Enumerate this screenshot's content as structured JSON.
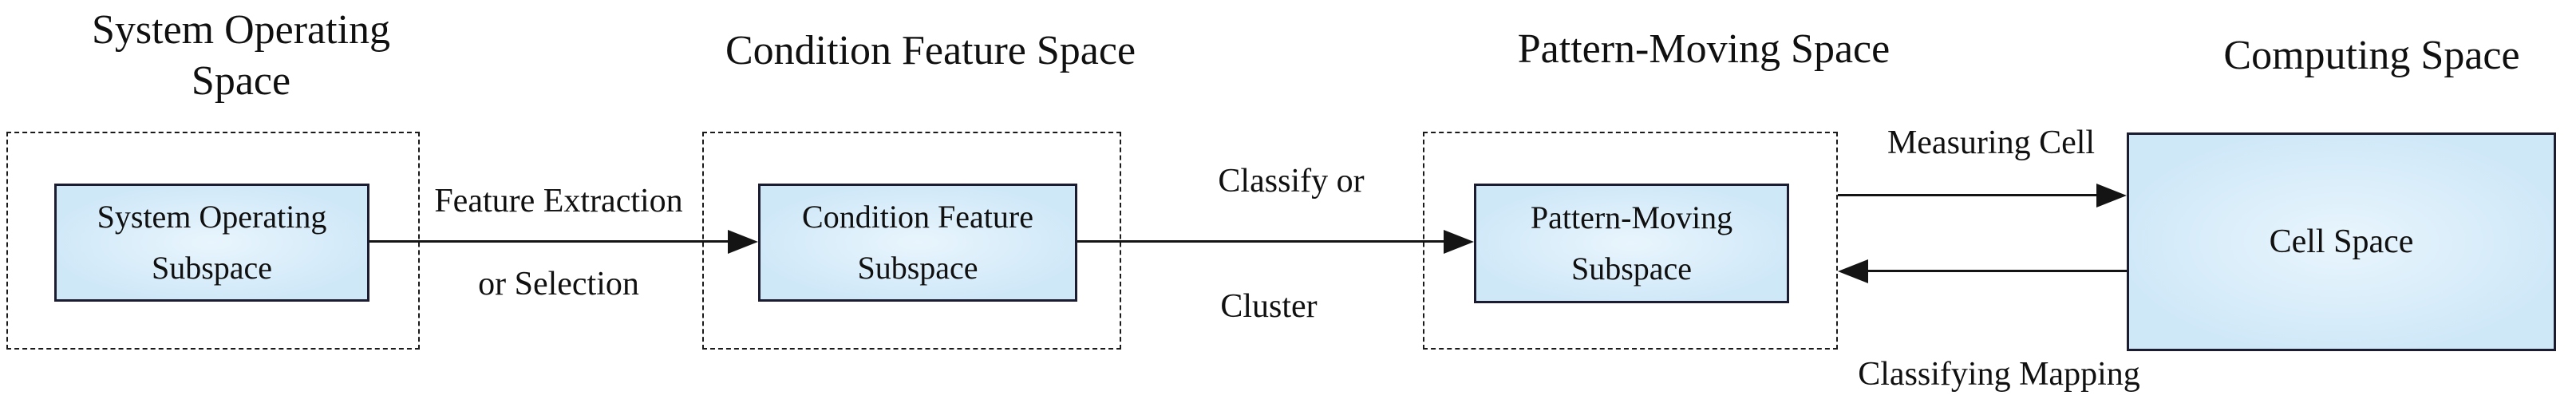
{
  "figure": {
    "type": "flow-diagram",
    "colors": {
      "bg": "#ffffff",
      "box_fill": "#cfe8f8",
      "box_fill_light": "#e9f5fd",
      "box_border": "#1c1c30",
      "line": "#141414",
      "text": "#101010"
    }
  },
  "spaces": [
    {
      "title": "System Operating Space",
      "subspace": "System Operating Subspace",
      "region_style": "dashed"
    },
    {
      "title": "Condition Feature Space",
      "subspace": "Condition Feature Subspace",
      "region_style": "dashed"
    },
    {
      "title": "Pattern-Moving Space",
      "subspace": "Pattern-Moving Subspace",
      "region_style": "dashed"
    },
    {
      "title": "Computing Space",
      "subspace": "Cell Space",
      "region_style": "solid"
    }
  ],
  "arrows": [
    {
      "from": "System Operating Subspace",
      "to": "Condition Feature Subspace",
      "direction": "right",
      "label_line1": "Feature Extraction",
      "label_line2": "or Selection"
    },
    {
      "from": "Condition Feature Subspace",
      "to": "Pattern-Moving Subspace",
      "direction": "right",
      "label_line1": "Classify or",
      "label_line2": "Cluster"
    },
    {
      "from": "Pattern-Moving Space",
      "to": "Cell Space",
      "direction": "right",
      "label": "Measuring Cell"
    },
    {
      "from": "Cell Space",
      "to": "Pattern-Moving Space",
      "direction": "left",
      "label": "Classifying Mapping"
    }
  ]
}
